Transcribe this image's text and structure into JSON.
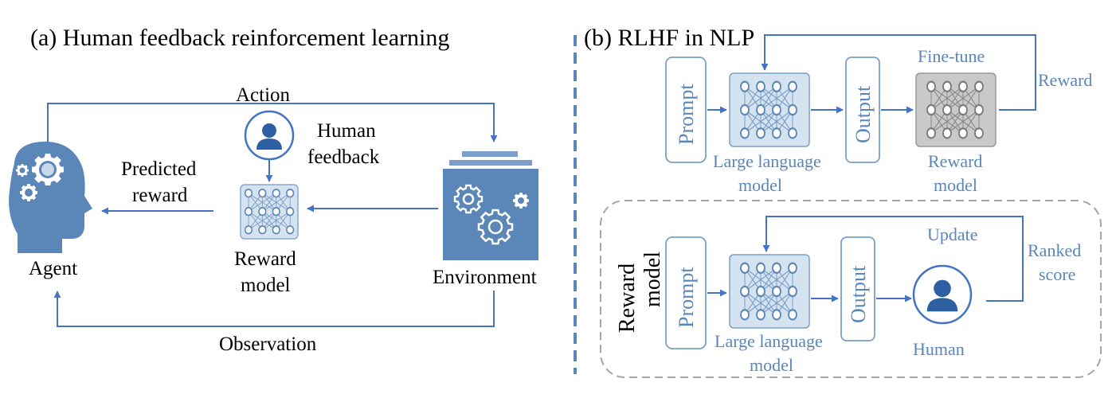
{
  "panel_a": {
    "title": "(a) Human feedback reinforcement learning",
    "action": "Action",
    "human_feedback_line1": "Human",
    "human_feedback_line2": "feedback",
    "predicted_reward_line1": "Predicted",
    "predicted_reward_line2": "reward",
    "agent": "Agent",
    "reward_model_line1": "Reward",
    "reward_model_line2": "model",
    "environment": "Environment",
    "observation": "Observation"
  },
  "panel_b": {
    "title": "(b) RLHF in NLP",
    "prompt": "Prompt",
    "output": "Output",
    "fine_tune": "Fine-tune",
    "reward": "Reward",
    "llm_line1": "Large language",
    "llm_line2": "model",
    "reward_model_line1": "Reward",
    "reward_model_line2": "model",
    "rm_box_line1": "Reward",
    "rm_box_line2": "model",
    "update": "Update",
    "ranked_line1": "Ranked",
    "ranked_line2": "score",
    "human": "Human"
  },
  "colors": {
    "arrow": "#4472c4",
    "icon_blue": "#5b86b8",
    "box_fill": "#d5e2f0",
    "gray_fill": "#c9c9c9",
    "dashed_divider": "#5b86b8",
    "dashed_box": "#a6a6a6"
  }
}
